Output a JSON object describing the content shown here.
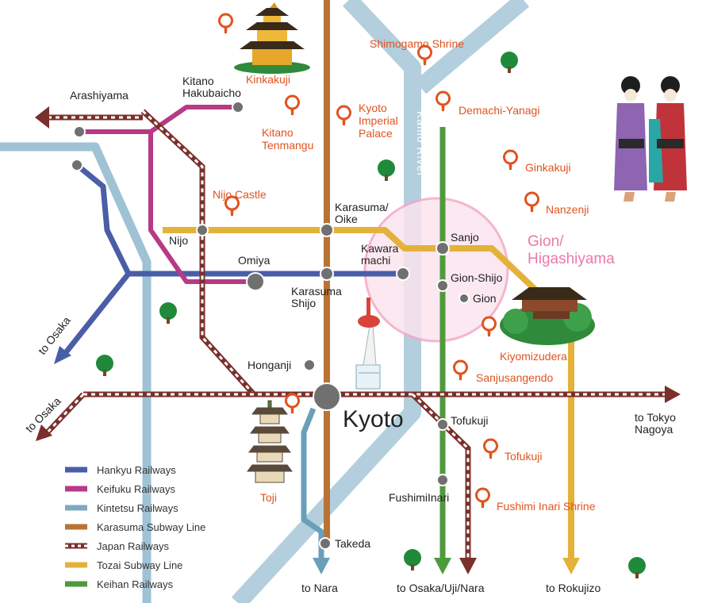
{
  "colors": {
    "hankyu": "#4a5ea8",
    "keifuku": "#b63a86",
    "kintetsu": "#9fc2d4",
    "karasuma": "#b87335",
    "jr": "#7a2f2a",
    "tozai": "#e4b23a",
    "keihan": "#4f9a3c",
    "river": "#b3cfdd",
    "poi": "#e0531f",
    "gion_area": "#f4a9c7",
    "tree": "#1f8a3a",
    "station": "#707070"
  },
  "city_label": "Kyoto",
  "area_label_line1": "Gion/",
  "area_label_line2": "Higashiyama",
  "rivers": {
    "north_label": "Kamo River",
    "south_label": "Kamo River"
  },
  "stations": {
    "arashiyama": "Arashiyama",
    "kitano_line1": "Kitano",
    "kitano_line2": "Hakubaicho",
    "nijo": "Nijo",
    "omiya": "Omiya",
    "karasuma_oike_line1": "Karasuma/",
    "karasuma_oike_line2": "Oike",
    "kawaramachi_line1": "Kawara",
    "kawaramachi_line2": "machi",
    "karasuma_shijo_line1": "Karasuma",
    "karasuma_shijo_line2": "Shijo",
    "sanjo": "Sanjo",
    "gion_shijo": "Gion-Shijo",
    "gion": "Gion",
    "honganji": "Honganji",
    "tofukuji": "Tofukuji",
    "fushimiinari": "FushimiInari",
    "takeda": "Takeda"
  },
  "pois": {
    "shimogamo": "Shimogamo Shrine",
    "kinkakuji": "Kinkakuji",
    "kitano_tenmangu_line1": "Kitano",
    "kitano_tenmangu_line2": "Tenmangu",
    "imperial_line1": "Kyoto",
    "imperial_line2": "Imperial",
    "imperial_line3": "Palace",
    "demachi": "Demachi-Yanagi",
    "ginkakuji": "Ginkakuji",
    "nanzenji": "Nanzenji",
    "nijo_castle": "Nijo Castle",
    "kiyomizudera": "Kiyomizudera",
    "sanjusangendo": "Sanjusangendo",
    "tofukuji": "Tofukuji",
    "fushimi_inari": "Fushimi Inari Shrine",
    "toji": "Toji"
  },
  "directions": {
    "to_osaka_hankyu": "to Osaka",
    "to_osaka_jr": "to Osaka",
    "to_tokyo_line1": "to Tokyo",
    "to_tokyo_line2": "Nagoya",
    "to_nara": "to Nara",
    "to_osaka_uji_nara": "to Osaka/Uji/Nara",
    "to_rokujizo": "to Rokujizo"
  },
  "legend": [
    {
      "label": "Hankyu Railways",
      "color": "#4a5ea8",
      "style": "solid"
    },
    {
      "label": "Keifuku Railways",
      "color": "#b63a86",
      "style": "solid"
    },
    {
      "label": "Kintetsu Railways",
      "color": "#7fa8bf",
      "style": "solid"
    },
    {
      "label": "Karasuma Subway Line",
      "color": "#b87335",
      "style": "solid"
    },
    {
      "label": "Japan Railways",
      "color": "#7a2f2a",
      "style": "dashed"
    },
    {
      "label": "Tozai Subway Line",
      "color": "#e4b23a",
      "style": "solid"
    },
    {
      "label": "Keihan Railways",
      "color": "#4f9a3c",
      "style": "solid"
    }
  ]
}
